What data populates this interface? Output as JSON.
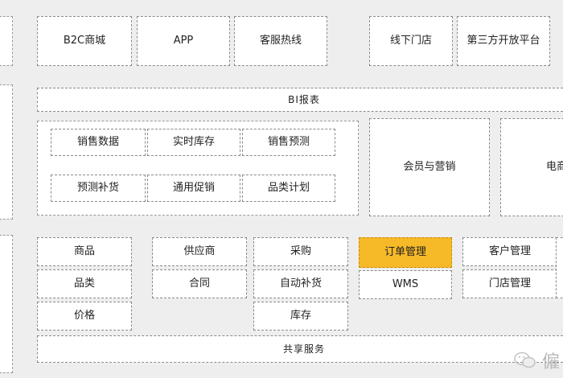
{
  "channels": [
    "B2C商城",
    "APP",
    "客服热线",
    "线下门店",
    "第三方开放平台"
  ],
  "bi_report": "BI报表",
  "bi_items": [
    "销售数据",
    "实时库存",
    "销售预测",
    "预测补货",
    "通用促销",
    "品类计划"
  ],
  "member_marketing": "会员与营销",
  "right_partial": "电商",
  "col1": [
    "商品",
    "品类",
    "价格"
  ],
  "col2": [
    "供应商",
    "合同"
  ],
  "col3": [
    "采购",
    "自动补货",
    "库存"
  ],
  "col4": [
    "订单管理",
    "WMS"
  ],
  "col5": [
    "客户管理",
    "门店管理"
  ],
  "shared_services": "共享服务",
  "watermark": "僱",
  "colors": {
    "highlight": "#f6b928",
    "border": "#8a8a8a",
    "background": "#eeeeee"
  }
}
